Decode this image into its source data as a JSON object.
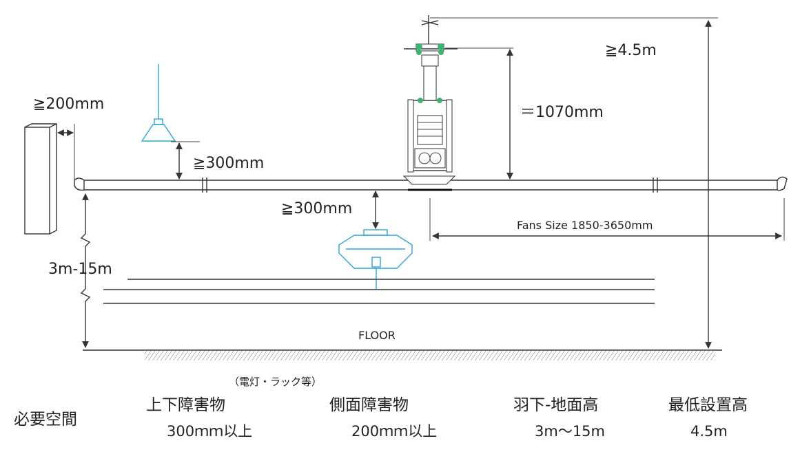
{
  "dimensions": {
    "wall_clearance": "≧200mm",
    "upper_clearance": "≧300mm",
    "lower_clearance": "≧300mm",
    "motor_height": "＝1070mm",
    "min_install_height": "≧4.5m",
    "blade_to_floor": "3m-15m",
    "fan_size": "Fans Size  1850-3650mm"
  },
  "floor_label": "FLOOR",
  "table": {
    "row_title": "必要空間",
    "note": "（電灯・ラック等）",
    "columns": [
      {
        "title": "上下障害物",
        "value": "300ｍｍ以上"
      },
      {
        "title": "側面障害物",
        "value": "200ｍｍ以上"
      },
      {
        "title": "羽下-地面高",
        "value": "3m～15m"
      },
      {
        "title": "最低設置高",
        "value": "4.5m"
      }
    ]
  },
  "colors": {
    "line": "#333333",
    "obstacle": "#2aa6d8",
    "bolt": "#3cb371"
  }
}
